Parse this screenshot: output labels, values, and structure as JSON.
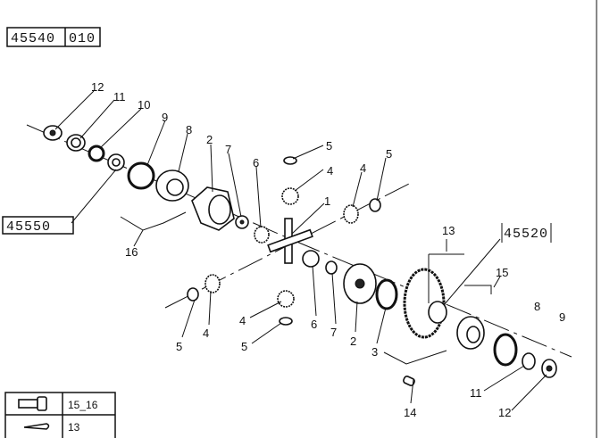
{
  "header": {
    "group_code": "45540",
    "sheet": "010"
  },
  "refs": {
    "subgroup_left": "45550",
    "subgroup_right": "45520"
  },
  "callouts": {
    "c12a": "12",
    "c11a": "11",
    "c10": "10",
    "c9a": "9",
    "c8a": "8",
    "c2a": "2",
    "c7a": "7",
    "c6a": "6",
    "c5a": "5",
    "c4a": "4",
    "c4b": "4",
    "c5b": "5",
    "c1": "1",
    "c16": "16",
    "c13": "13",
    "c15": "15",
    "c8b": "8",
    "c9b": "9",
    "c5c": "5",
    "c4c": "4",
    "c4d": "4",
    "c5d": "5",
    "c6b": "6",
    "c7b": "7",
    "c2b": "2",
    "c3": "3",
    "c14": "14",
    "c11b": "11",
    "c12b": "12"
  },
  "legend": [
    {
      "icon": "bolt-icon",
      "refs": "15_16"
    },
    {
      "icon": "cotter-pin-icon",
      "refs": "13"
    }
  ]
}
